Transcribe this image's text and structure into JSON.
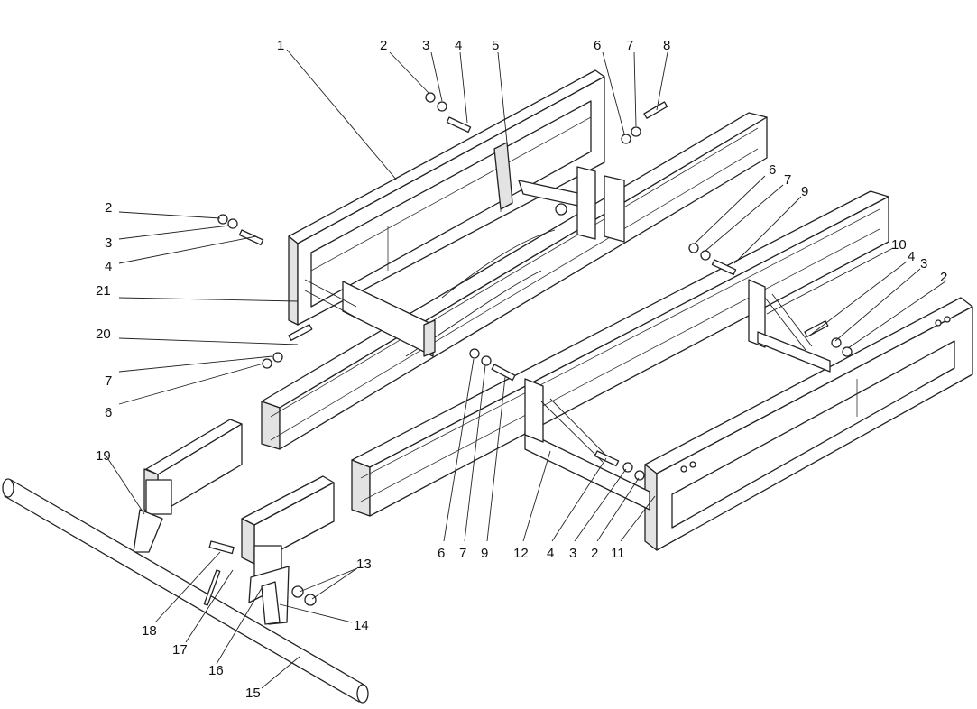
{
  "diagram": {
    "callouts": [
      {
        "id": "c1",
        "text": "1"
      },
      {
        "id": "c2a",
        "text": "2"
      },
      {
        "id": "c3a",
        "text": "3"
      },
      {
        "id": "c4a",
        "text": "4"
      },
      {
        "id": "c5",
        "text": "5"
      },
      {
        "id": "c6a",
        "text": "6"
      },
      {
        "id": "c7a",
        "text": "7"
      },
      {
        "id": "c8",
        "text": "8"
      },
      {
        "id": "c2b",
        "text": "2"
      },
      {
        "id": "c3b",
        "text": "3"
      },
      {
        "id": "c4b",
        "text": "4"
      },
      {
        "id": "c21",
        "text": "21"
      },
      {
        "id": "c20",
        "text": "20"
      },
      {
        "id": "c7b",
        "text": "7"
      },
      {
        "id": "c6b",
        "text": "6"
      },
      {
        "id": "c6c",
        "text": "6"
      },
      {
        "id": "c7c",
        "text": "7"
      },
      {
        "id": "c9a",
        "text": "9"
      },
      {
        "id": "c10",
        "text": "10"
      },
      {
        "id": "c4c",
        "text": "4"
      },
      {
        "id": "c3c",
        "text": "3"
      },
      {
        "id": "c2c",
        "text": "2"
      },
      {
        "id": "c19",
        "text": "19"
      },
      {
        "id": "c6d",
        "text": "6"
      },
      {
        "id": "c7d",
        "text": "7"
      },
      {
        "id": "c9b",
        "text": "9"
      },
      {
        "id": "c12",
        "text": "12"
      },
      {
        "id": "c4d",
        "text": "4"
      },
      {
        "id": "c3d",
        "text": "3"
      },
      {
        "id": "c2d",
        "text": "2"
      },
      {
        "id": "c11",
        "text": "11"
      },
      {
        "id": "c13",
        "text": "13"
      },
      {
        "id": "c14",
        "text": "14"
      },
      {
        "id": "c18",
        "text": "18"
      },
      {
        "id": "c17",
        "text": "17"
      },
      {
        "id": "c16",
        "text": "16"
      },
      {
        "id": "c15",
        "text": "15"
      }
    ]
  }
}
